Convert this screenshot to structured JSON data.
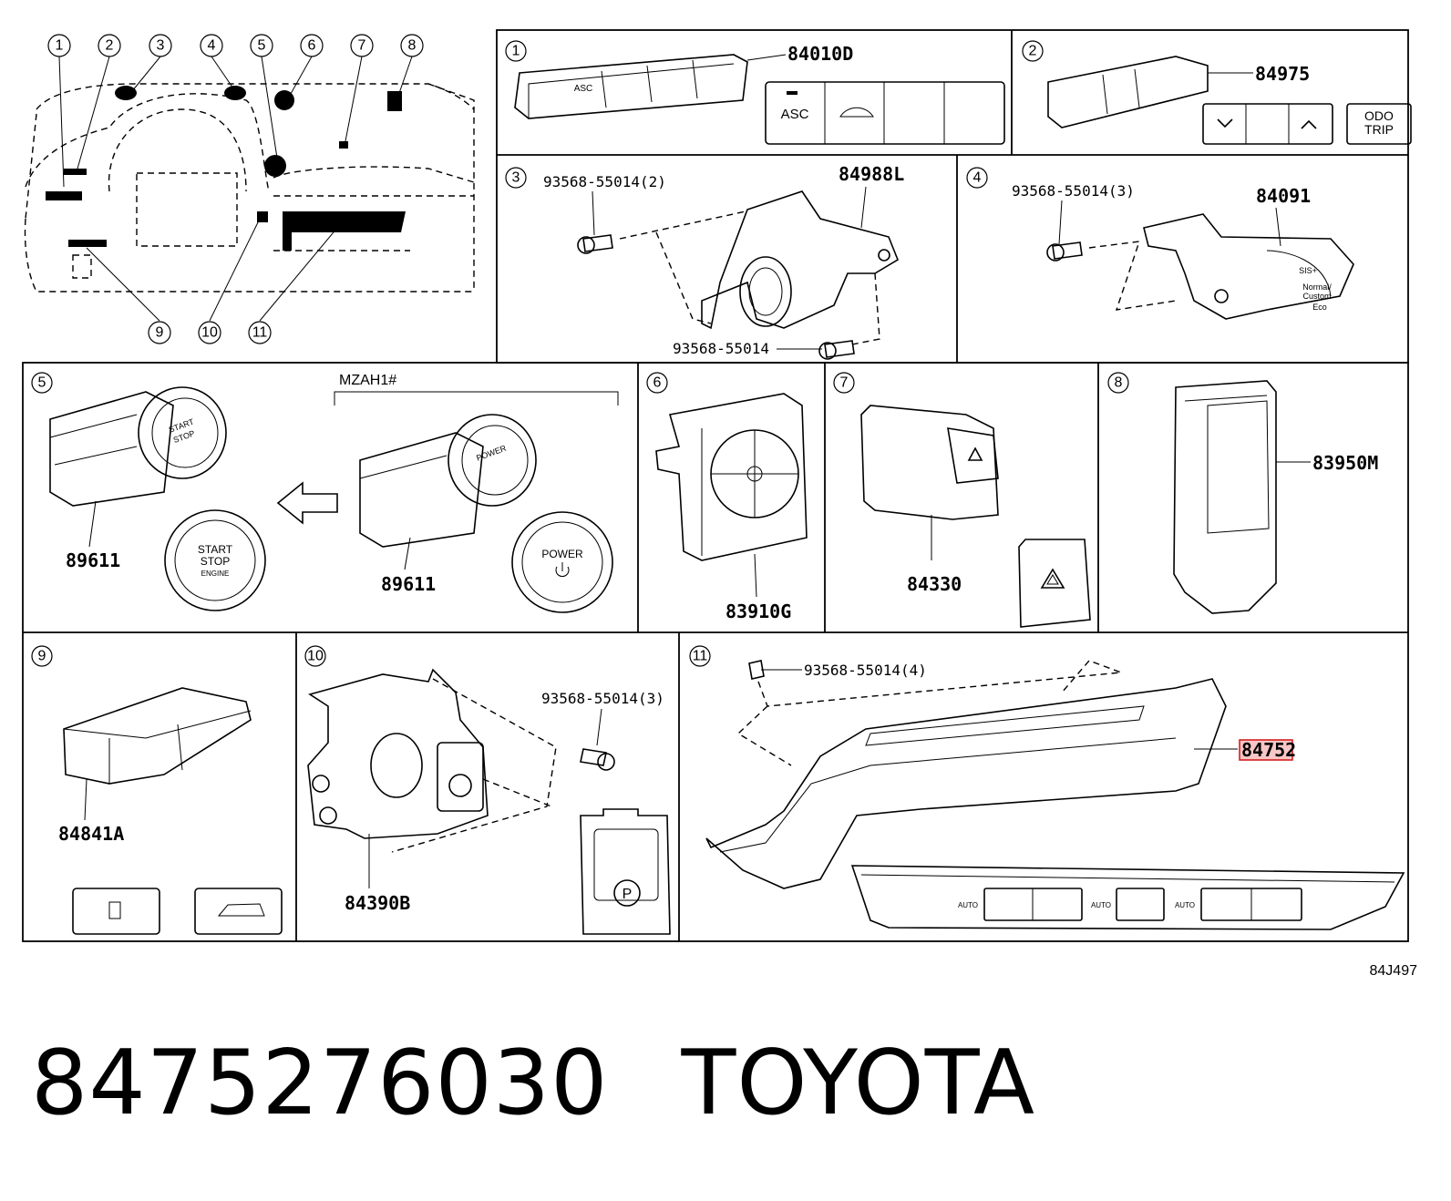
{
  "footer": {
    "part_number": "8475276030",
    "brand": "TOYOTA"
  },
  "drawing_code": "84J497",
  "overview": {
    "callouts": [
      "1",
      "2",
      "3",
      "4",
      "5",
      "6",
      "7",
      "8",
      "9",
      "10",
      "11"
    ]
  },
  "panels": [
    {
      "num": "1",
      "parts": [
        "84010D"
      ],
      "button_labels": [
        "ASC"
      ]
    },
    {
      "num": "2",
      "parts": [
        "84975"
      ],
      "button_labels": [
        "ODO",
        "TRIP"
      ]
    },
    {
      "num": "3",
      "parts": [
        "84988L",
        "93568-55014(2)",
        "93568-55014"
      ]
    },
    {
      "num": "4",
      "parts": [
        "84091",
        "93568-55014(3)"
      ]
    },
    {
      "num": "5",
      "parts": [
        "89611",
        "89611"
      ],
      "variant": "MZAH1#",
      "button_labels": [
        "START",
        "STOP",
        "ENGINE",
        "POWER"
      ]
    },
    {
      "num": "6",
      "parts": [
        "83910G"
      ]
    },
    {
      "num": "7",
      "parts": [
        "84330"
      ]
    },
    {
      "num": "8",
      "parts": [
        "83950M"
      ]
    },
    {
      "num": "9",
      "parts": [
        "84841A"
      ]
    },
    {
      "num": "10",
      "parts": [
        "84390B",
        "93568-55014(3)"
      ]
    },
    {
      "num": "11",
      "parts": [
        "84752",
        "93568-55014(4)"
      ],
      "highlighted": "84752",
      "button_labels": [
        "AUTO",
        "AUTO",
        "AUTO"
      ]
    }
  ],
  "colors": {
    "line": "#000000",
    "highlight_fill": "#f7c6c6",
    "highlight_stroke": "#d62020"
  }
}
